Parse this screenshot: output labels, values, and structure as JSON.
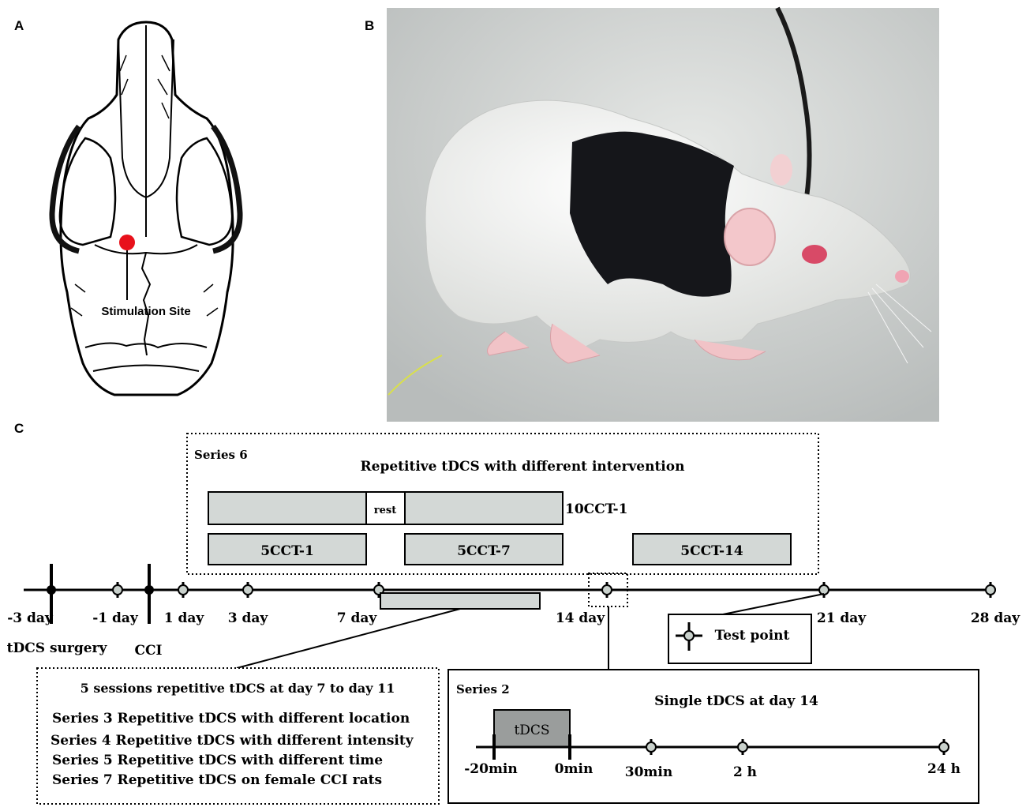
{
  "panels": {
    "a": "A",
    "b": "B",
    "c": "C"
  },
  "skull": {
    "stimulation_label": "Stimulation Site",
    "marker_color": "#e8111b"
  },
  "timeline": {
    "ticks": [
      {
        "label": "-3 day",
        "kind": "major"
      },
      {
        "label": "-1 day",
        "kind": "test"
      },
      {
        "label": "1 day",
        "kind": "test"
      },
      {
        "label": "3 day",
        "kind": "test"
      },
      {
        "label": "7 day",
        "kind": "test"
      },
      {
        "label": "14 day",
        "kind": "test"
      },
      {
        "label": "21 day",
        "kind": "test"
      },
      {
        "label": "28 day",
        "kind": "test"
      }
    ],
    "tdcs_surgery": "tDCS surgery",
    "cci": "CCI"
  },
  "series6": {
    "tag": "Series 6",
    "title": "Repetitive tDCS with different intervention",
    "rest": "rest",
    "cct10": "10CCT-1",
    "cct5_1": "5CCT-1",
    "cct5_7": "5CCT-7",
    "cct5_14": "5CCT-14",
    "fill_color": "#d3d8d6"
  },
  "legend": {
    "test_point": "Test point"
  },
  "sessions": {
    "title": "5 sessions repetitive tDCS at day 7 to day 11",
    "items": [
      "Series 3 Repetitive tDCS with different location",
      "Series 4 Repetitive tDCS with different intensity",
      "Series 5 Repetitive tDCS with different time",
      "Series 7 Repetitive tDCS on female CCI rats"
    ]
  },
  "series2": {
    "tag": "Series 2",
    "title": "Single tDCS at day 14",
    "tdcs": "tDCS",
    "ticks": [
      "-20min",
      "0min",
      "30min",
      "2 h",
      "24 h"
    ],
    "fill_color": "#9a9d9c"
  }
}
